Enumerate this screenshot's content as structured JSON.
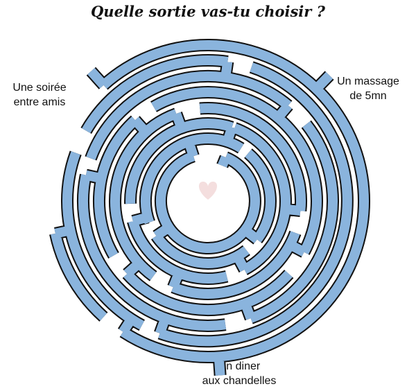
{
  "title": "Quelle sortie vas-tu choisir ?",
  "exits": {
    "left": [
      "Une soirée",
      "entre amis"
    ],
    "right": [
      "Un massage",
      "de 5mn"
    ],
    "bottom": [
      "Un diner",
      "aux chandelles"
    ]
  },
  "colors": {
    "wall_outline": "#111111",
    "wall_fill": "#ffffff",
    "path_fill": "#8ab4dd",
    "heart": "#f4dede"
  },
  "center_icon": "heart-icon"
}
